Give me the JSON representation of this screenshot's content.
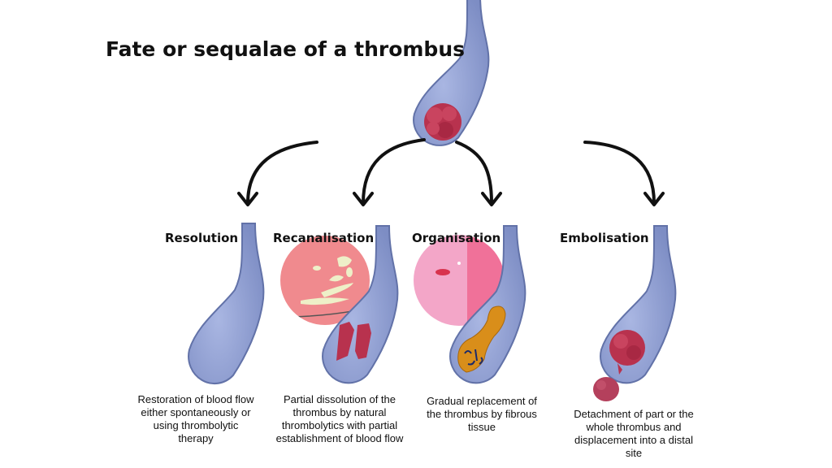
{
  "title": "Fate or sequalae of a thrombus",
  "colors": {
    "vessel": "#8e9ed2",
    "vessel_edge": "#6272a8",
    "thrombus": "#b8324e",
    "organised": "#d98e1a",
    "histology_pink": "#f08a8e",
    "arrow": "#111111"
  },
  "outcomes": [
    {
      "label": "Resolution",
      "description": "Restoration of blood flow either spontaneously or using thrombolytic therapy"
    },
    {
      "label": "Recanalisation",
      "description": "Partial dissolution of the thrombus by natural thrombolytics with partial establishment of blood flow"
    },
    {
      "label": "Organisation",
      "description": "Gradual replacement of the thrombus by fibrous tissue"
    },
    {
      "label": "Embolisation",
      "description": "Detachment of part or the whole thrombus and displacement into a distal site"
    }
  ]
}
